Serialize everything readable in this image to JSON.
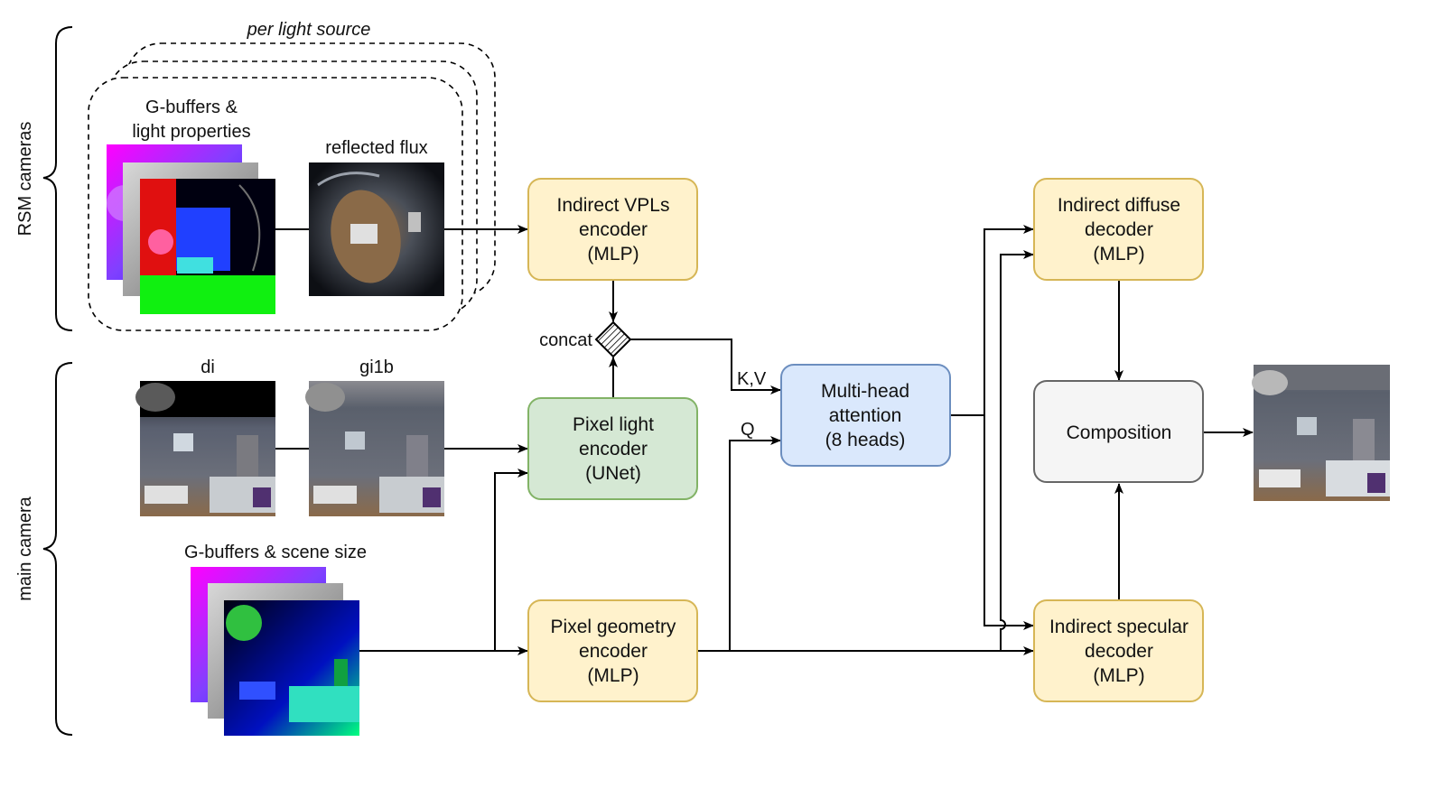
{
  "labels": {
    "rsm_cameras": "RSM cameras",
    "main_camera": "main camera",
    "per_light_source": "per light source",
    "gbuffers_light_1": "G-buffers &",
    "gbuffers_light_2": "light properties",
    "reflected_flux": "reflected flux",
    "di": "di",
    "gi1b": "gi1b",
    "gbuffers_scene": "G-buffers & scene size",
    "concat": "concat",
    "kv": "K,V",
    "q": "Q"
  },
  "blocks": {
    "vpl_encoder": [
      "Indirect VPLs",
      "encoder",
      "(MLP)"
    ],
    "pixel_light_encoder": [
      "Pixel light",
      "encoder",
      "(UNet)"
    ],
    "pixel_geometry_encoder": [
      "Pixel geometry",
      "encoder",
      "(MLP)"
    ],
    "attention": [
      "Multi-head",
      "attention",
      "(8 heads)"
    ],
    "diffuse_decoder": [
      "Indirect diffuse",
      "decoder",
      "(MLP)"
    ],
    "specular_decoder": [
      "Indirect specular",
      "decoder",
      "(MLP)"
    ],
    "composition": [
      "Composition"
    ]
  },
  "colors": {
    "yellow_fill": "#fff2cc",
    "yellow_stroke": "#d6b656",
    "green_fill": "#d5e8d4",
    "green_stroke": "#82b366",
    "blue_fill": "#dae8fc",
    "blue_stroke": "#6c8ebf",
    "gray_fill": "#f5f5f5",
    "gray_stroke": "#666666"
  }
}
